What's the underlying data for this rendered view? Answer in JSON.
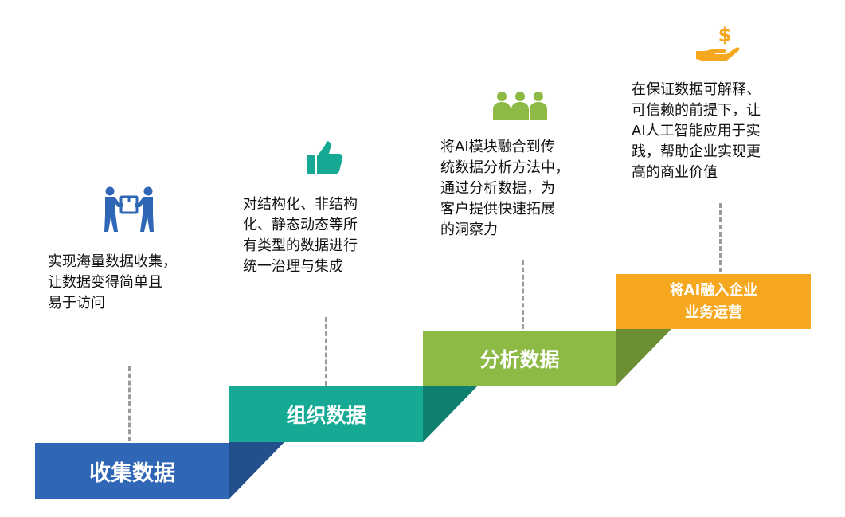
{
  "colors": {
    "step1": "#2f67b6",
    "step2": "#16aa94",
    "step3": "#8cba45",
    "step4": "#f5a81f",
    "step1_icon": "#2f67b6",
    "step2_icon": "#16aa94",
    "step3_icon": "#8cba45",
    "step4_icon": "#f5a81f",
    "connector": "#9b9b9b"
  },
  "steps": [
    {
      "label": "收集数据",
      "description": "实现海量数据收集，\n让数据变得简单且\n易于访问",
      "icon": "people-carrying-box-icon"
    },
    {
      "label": "组织数据",
      "description": "对结构化、非结构\n化、静态动态等所\n有类型的数据进行\n统一治理与集成",
      "icon": "thumbs-up-icon"
    },
    {
      "label": "分析数据",
      "description": "将AI模块融合到传\n统数据分析方法中，\n通过分析数据，为\n客户提供快速拓展\n的洞察力",
      "icon": "team-group-icon"
    },
    {
      "label": "将AI融入企业\n业务运营",
      "description": "在保证数据可解释、\n可信赖的前提下，让\nAI人工智能应用于实\n践，帮助企业实现更\n高的商业价值",
      "icon": "hand-with-dollar-coin-icon"
    }
  ]
}
